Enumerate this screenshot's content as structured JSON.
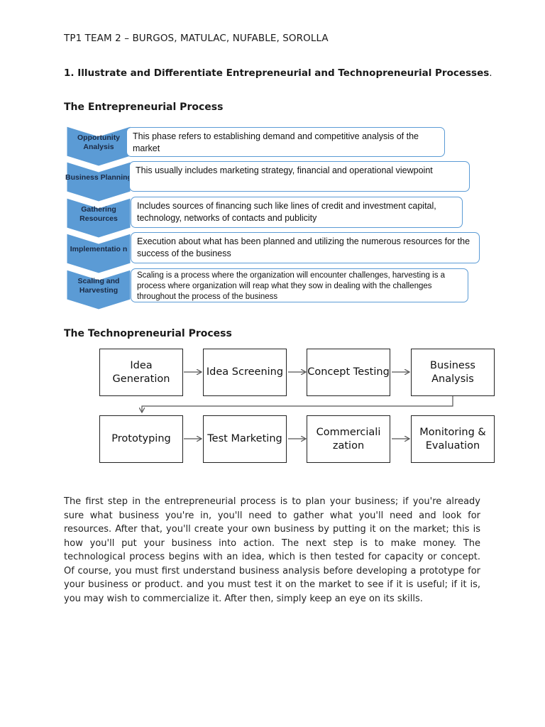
{
  "header": {
    "team_line": "TP1 TEAM 2 – BURGOS, MATULAC, NUFABLE, SOROLLA",
    "question": "1. Illustrate and Differentiate Entrepreneurial and Technopreneurial Processes",
    "question_end": "."
  },
  "entrepreneurial": {
    "heading": "The Entrepreneurial Process",
    "steps": [
      {
        "label": "Opportunity Analysis",
        "description": "This phase refers to establishing demand and competitive analysis of the market"
      },
      {
        "label": "Business Planning",
        "description": "This usually includes marketing strategy, financial and operational viewpoint"
      },
      {
        "label": "Gathering Resources",
        "description": "Includes sources of financing such like lines of credit and investment capital, technology, networks of contacts and publicity"
      },
      {
        "label": "Implementatio n",
        "description": "Execution about what has been planned and utilizing the numerous resources for the success of the business"
      },
      {
        "label": "Scaling and Harvesting",
        "description": "Scaling is a process where the organization will encounter challenges, harvesting is a process where organization will reap what they sow in dealing with the challenges throughout the process of the business"
      }
    ],
    "colors": {
      "chevron": "#5b9bd5",
      "border": "#5b9bd5"
    }
  },
  "technopreneurial": {
    "heading": "The Technopreneurial Process",
    "steps": [
      "Idea Generation",
      "Idea Screening",
      "Concept Testing",
      "Business Analysis",
      "Prototyping",
      "Test Marketing",
      "Commerciali zation",
      "Monitoring & Evaluation"
    ]
  },
  "body_paragraph": "The first step in the entrepreneurial process is to plan your business; if you're already sure what business you're in, you'll need to gather what you'll need and look for resources. After that, you'll create your own business by putting it on the market; this is how you'll put your business into action. The next step is to make money. The technological process begins with an idea, which is then tested for capacity or concept. Of course, you must first understand business analysis before developing a prototype for your business or product. and you must test it on the market to see if it is useful; if it is, you may wish to commercialize it. After then, simply keep an eye on its skills."
}
